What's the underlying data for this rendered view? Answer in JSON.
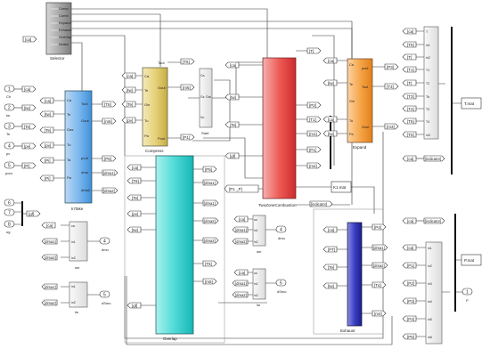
{
  "blocks": {
    "selector": {
      "label": "Selector",
      "ports": [
        "Comp",
        "Comb",
        "Expand",
        "Exhaust",
        "Overlap",
        "Intake"
      ]
    },
    "intake": {
      "label": "InTake",
      "in": [
        "Ca",
        "Te",
        "Gas",
        "Tu",
        "Ta",
        "Pa"
      ],
      "out": [
        "Tout",
        "Gout",
        "pout",
        "dma",
        "dma2"
      ]
    },
    "compress": {
      "label": "Compress",
      "in": [
        "Ca",
        "Te",
        "Gin",
        "Tu",
        "Pa"
      ],
      "out": [
        "Tout",
        "Gout",
        "Pout"
      ]
    },
    "start": {
      "label": "Start",
      "in": [
        "Ca",
        "Gz",
        "Xn"
      ],
      "out": [
        "Out"
      ]
    },
    "overlap": {
      "label": "Overlap"
    },
    "combustion": {
      "label": "TwoZoneCombustion"
    },
    "expand": {
      "label": "Expand",
      "in": [
        "Ca",
        "Te",
        "Gin",
        "Tu",
        "Pa"
      ],
      "out": [
        "pout",
        "Tout",
        "Gout"
      ]
    },
    "exhaust": {
      "label": "Exhaust"
    },
    "mux_right": {
      "ports": [
        "T",
        "in1",
        "in2",
        "T1",
        "T2",
        "Tb",
        "T3",
        "T4",
        "in3",
        "in5"
      ]
    },
    "mux_p": {
      "ports": [
        "in1",
        "in2",
        "in3",
        "in4",
        "in5",
        "m6"
      ]
    },
    "sum_m": {
      "label": "sm"
    },
    "sum_lm": {
      "label": "lm"
    },
    "sum_lm2": {
      "label": "lm"
    }
  },
  "inports": [
    {
      "num": "1",
      "label": "Ch"
    },
    {
      "num": "2",
      "label": "tw"
    },
    {
      "num": "3",
      "label": "Te"
    },
    {
      "num": "4",
      "label": "pv"
    },
    {
      "num": "5",
      "label": "pom"
    },
    {
      "num": "6",
      "label": ""
    },
    {
      "num": "7",
      "label": ""
    },
    {
      "num": "8",
      "label": "ug"
    }
  ],
  "outports": [
    {
      "num": "4",
      "label": "dmo"
    },
    {
      "num": "5",
      "label": "dSmo"
    },
    {
      "num": "1",
      "label": "P"
    }
  ],
  "tags": {
    "ca": "[ca]",
    "tw": "[tw]",
    "te": "[Te]",
    "pv": "[pv]",
    "pi": "[Pi]",
    "gf": "[gf]",
    "t6": "[T6]",
    "m6": "[m6]",
    "p6": "[P6]",
    "dma1": "[dma1]",
    "dma2": "[dma2]",
    "t5": "[T5]",
    "m5": "[m5]",
    "p5": "[P5]",
    "t": "[T]",
    "p2": "[P2]",
    "t1": "[T1]",
    "m1": "[m1]",
    "p1": "[P1]",
    "m2": "[m2]",
    "p3": "[P3]",
    "t3": "[T3]",
    "m3": "[m3]",
    "pt": "[PT]",
    "p4": "[P4]",
    "t4": "[T4]",
    "m4": "[m4]",
    "p1out": "[P1 _P]",
    "indicator": "[indicator]",
    "tmat": "T.mat",
    "pmat": "P.mat",
    "kmat": "K1.mat"
  }
}
